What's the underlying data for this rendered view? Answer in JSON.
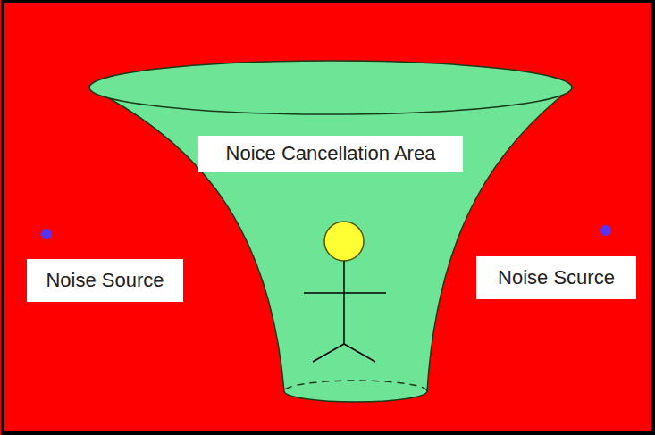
{
  "diagram": {
    "nodes": [
      {
        "text": [
          "Noice Cancellation Area"
        ]
      },
      {
        "text": [
          "Noise Source"
        ]
      },
      {
        "text": [
          "Noise Scurce"
        ]
      }
    ]
  }
}
